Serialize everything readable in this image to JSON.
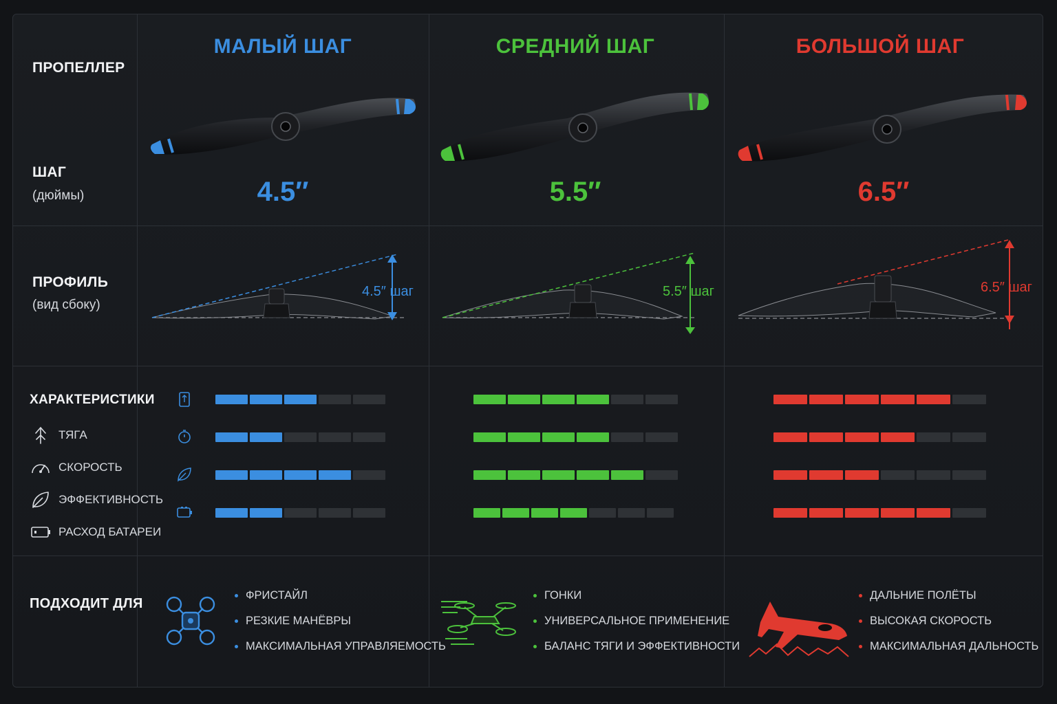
{
  "colors": {
    "small": "#3b8ee0",
    "medium": "#4cc23c",
    "large": "#e03a30",
    "empty": "#2f3236"
  },
  "rows": {
    "propeller": "ПРОПЕЛЛЕР",
    "pitch": "ШАГ",
    "pitch_unit": "(дюймы)",
    "profile": "ПРОФИЛЬ",
    "profile_sub": "(вид сбоку)",
    "characteristics": "ХАРАКТЕРИСТИКИ",
    "suitable": "ПОДХОДИТ ДЛЯ"
  },
  "characteristics": [
    {
      "label": "ТЯГА",
      "icon": "thrust-arrow-icon"
    },
    {
      "label": "СКОРОСТЬ",
      "icon": "speedometer-icon"
    },
    {
      "label": "ЭФФЕКТИВНОСТЬ",
      "icon": "leaf-icon"
    },
    {
      "label": "РАСХОД БАТАРЕИ",
      "icon": "battery-icon"
    }
  ],
  "columns": [
    {
      "key": "small",
      "title": "МАЛЫЙ ШАГ",
      "pitch": "4.5″",
      "profile_label": "4.5″ шаг",
      "ratings": [
        {
          "filled": 3,
          "total": 5
        },
        {
          "filled": 2,
          "total": 5
        },
        {
          "filled": 4,
          "total": 5
        },
        {
          "filled": 2,
          "total": 5
        }
      ],
      "use_icon": "quadcopter-icon",
      "uses": [
        "ФРИСТАЙЛ",
        "РЕЗКИЕ МАНЁВРЫ",
        "МАКСИМАЛЬНАЯ УПРАВЛЯЕМОСТЬ"
      ]
    },
    {
      "key": "medium",
      "title": "СРЕДНИЙ ШАГ",
      "pitch": "5.5″",
      "profile_label": "5.5″ шаг",
      "ratings": [
        {
          "filled": 4,
          "total": 6
        },
        {
          "filled": 4,
          "total": 6
        },
        {
          "filled": 5,
          "total": 6
        },
        {
          "filled": 4,
          "total": 7
        }
      ],
      "use_icon": "racing-drone-icon",
      "uses": [
        "ГОНКИ",
        "УНИВЕРСАЛЬНОЕ ПРИМЕНЕНИЕ",
        "БАЛАНС ТЯГИ И ЭФФЕКТИВНОСТИ"
      ]
    },
    {
      "key": "large",
      "title": "БОЛЬШОЙ ШАГ",
      "pitch": "6.5″",
      "profile_label": "6.5″ шаг",
      "ratings": [
        {
          "filled": 5,
          "total": 6
        },
        {
          "filled": 4,
          "total": 6
        },
        {
          "filled": 3,
          "total": 6
        },
        {
          "filled": 5,
          "total": 6
        }
      ],
      "use_icon": "airplane-icon",
      "uses": [
        "ДАЛЬНИЕ ПОЛЁТЫ",
        "ВЫСОКАЯ СКОРОСТЬ",
        "МАКСИМАЛЬНАЯ ДАЛЬНОСТЬ"
      ]
    }
  ]
}
